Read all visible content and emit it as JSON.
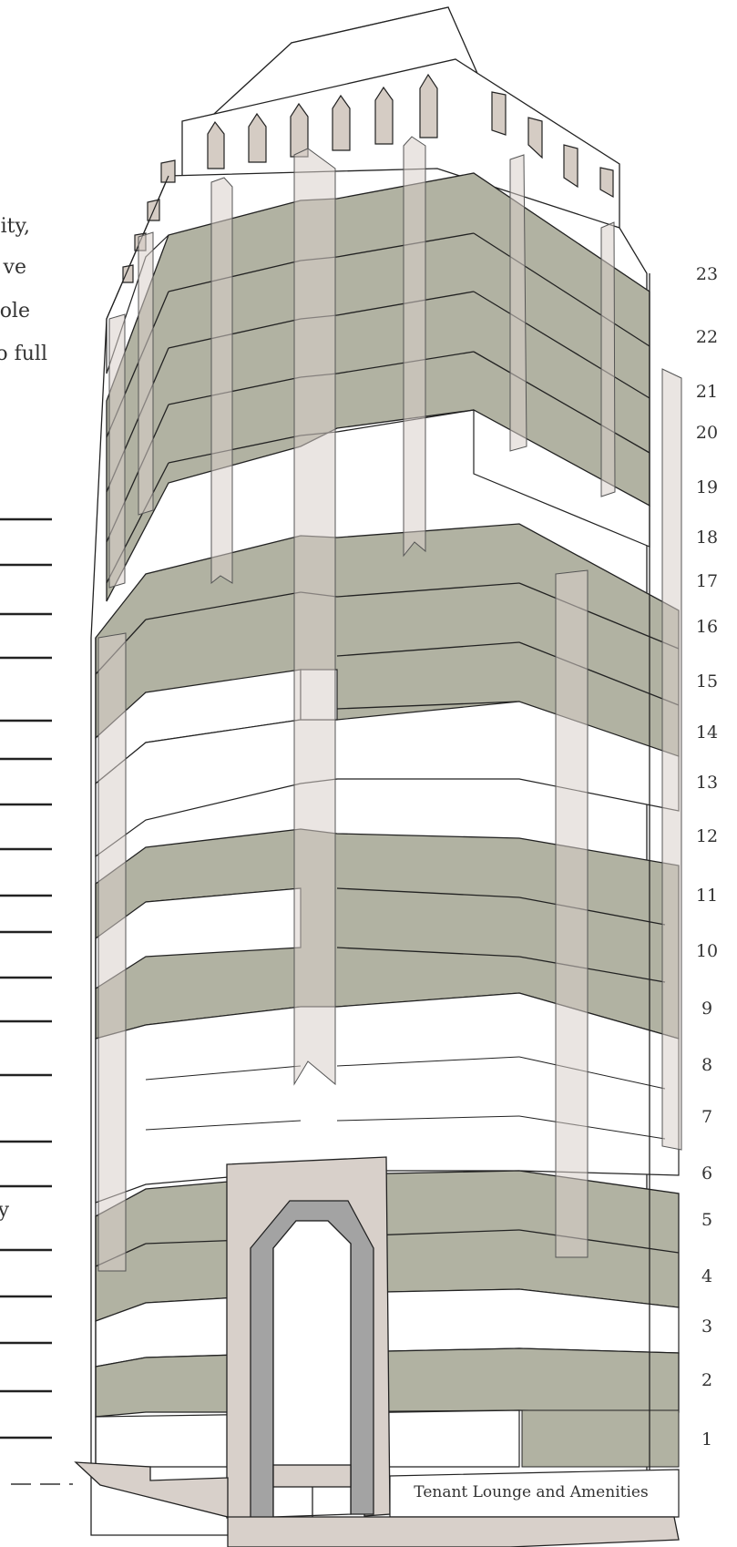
{
  "intro_fragments": [
    "ity,",
    "ve",
    "ole",
    "o full"
  ],
  "side_fragments": [
    "y"
  ],
  "floors": [
    "23",
    "22",
    "21",
    "20",
    "19",
    "18",
    "17",
    "16",
    "15",
    "14",
    "13",
    "12",
    "11",
    "10",
    "9",
    "8",
    "7",
    "6",
    "5",
    "4",
    "3",
    "2",
    "1"
  ],
  "lounge_label": "Tenant Lounge and Amenities",
  "colors": {
    "leased_band": "#b1b2a2",
    "pillar": "#d8d0ca",
    "outline": "#222222",
    "arch_inner": "#a3a3a3"
  }
}
